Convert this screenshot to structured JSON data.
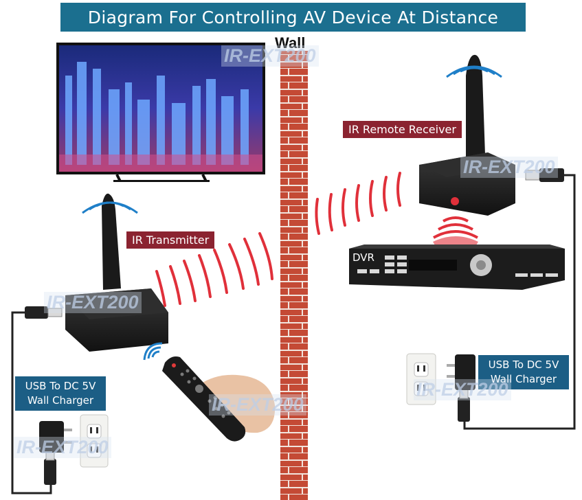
{
  "title": "Diagram For Controlling AV Device At Distance",
  "wall_label": "Wall",
  "labels": {
    "ir_transmitter": "IR Transmitter",
    "ir_remote_receiver": "IR Remote Receiver",
    "charger_left": [
      "USB To DC 5V",
      "Wall Charger"
    ],
    "charger_right": [
      "USB To DC 5V",
      "Wall Charger"
    ]
  },
  "device_text": {
    "dvr": "DVR"
  },
  "watermark": "IR-EXT200",
  "colors": {
    "title_bg": "#1b6f8f",
    "label_red": "#8b2330",
    "label_blue": "#1c5e85",
    "wall_brick": "#c44a35",
    "signal_red": "#e0303a",
    "signal_blue": "#1f7fc8"
  },
  "icons": [
    "tv",
    "ir-transmitter-box",
    "antenna",
    "usb-cable",
    "wall-charger",
    "power-outlet",
    "remote-control",
    "hand",
    "ir-receiver-box",
    "dvr",
    "wifi-signal",
    "ir-waves"
  ]
}
